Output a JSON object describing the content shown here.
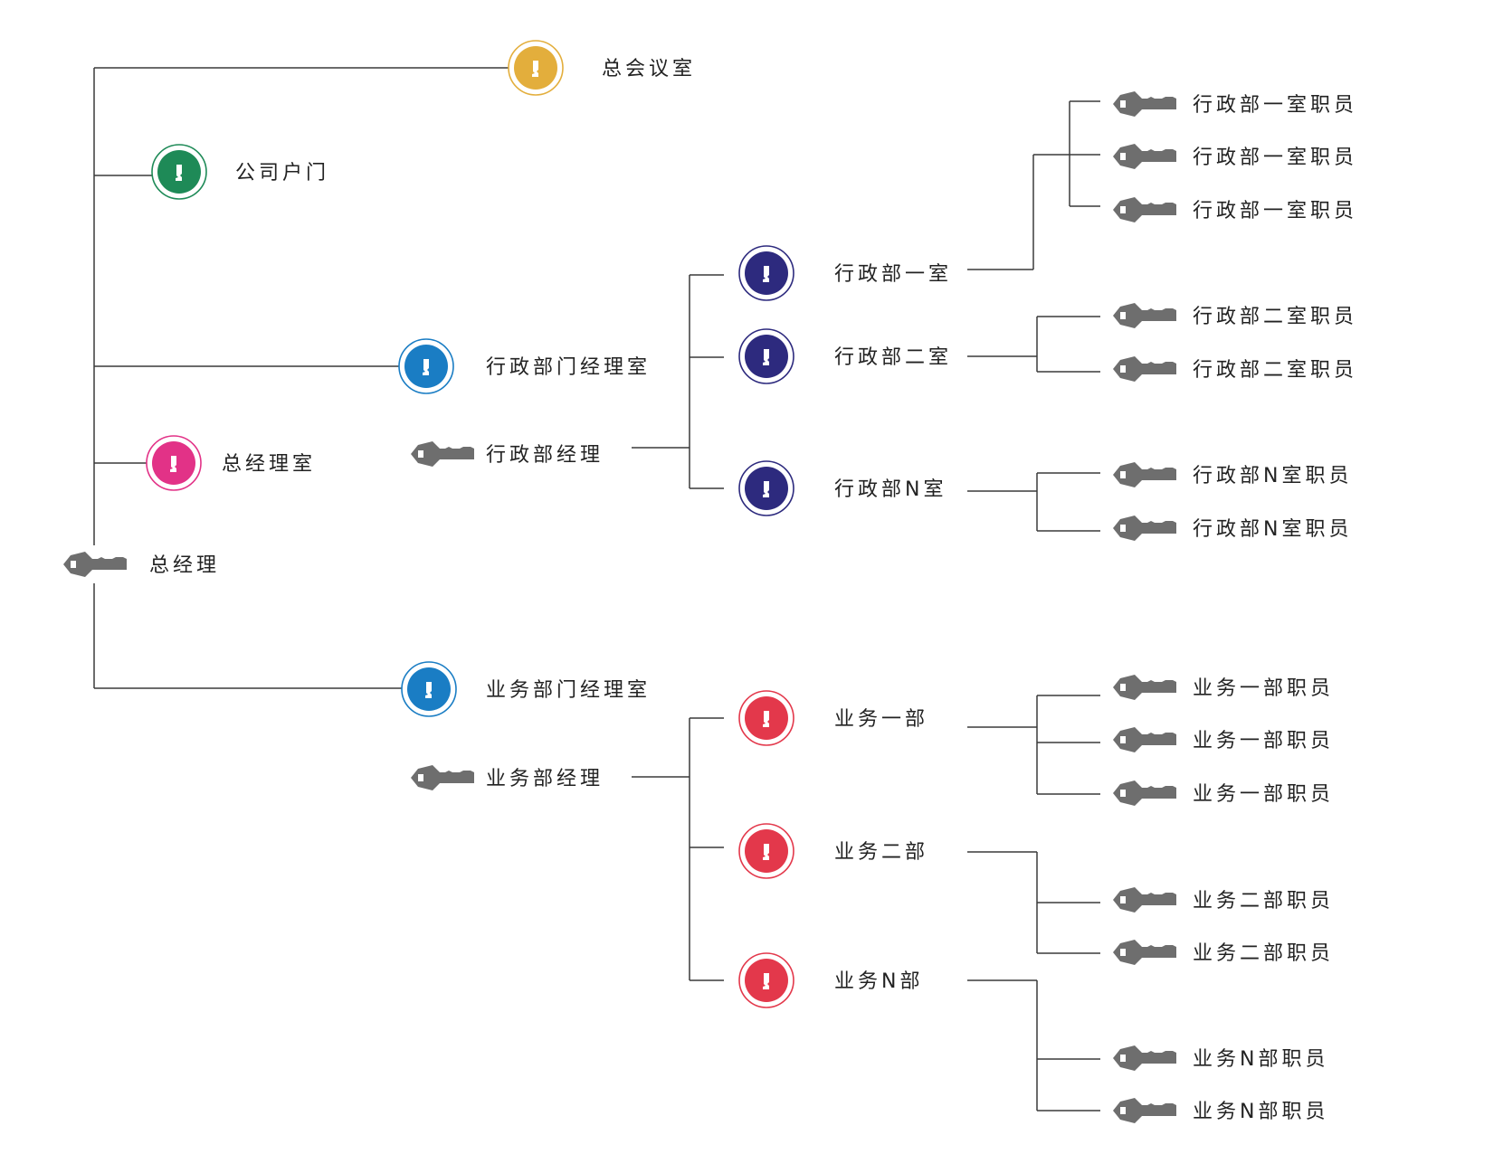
{
  "colors": {
    "gold": "#E3AE3C",
    "green": "#1E8A57",
    "blue": "#1A7DC4",
    "pink": "#E23287",
    "navy": "#2D2A7E",
    "red": "#E3384B",
    "key_gray": "#6E6E6E",
    "line": "#3a3a3a"
  },
  "legend_icons": {
    "lock_icon": "lock-cylinder-icon",
    "key_icon": "key-icon"
  },
  "nodes": {
    "root": {
      "label": "总经理",
      "icon": "key"
    },
    "meeting_room": {
      "label": "总会议室",
      "icon": "lock",
      "color": "gold"
    },
    "company_door": {
      "label": "公司户门",
      "icon": "lock",
      "color": "green"
    },
    "admin_dept_office": {
      "label": "行政部门经理室",
      "icon": "lock",
      "color": "blue"
    },
    "admin_manager": {
      "label": "行政部经理",
      "icon": "key"
    },
    "gm_office": {
      "label": "总经理室",
      "icon": "lock",
      "color": "pink"
    },
    "business_dept_office": {
      "label": "业务部门经理室",
      "icon": "lock",
      "color": "blue"
    },
    "business_manager": {
      "label": "业务部经理",
      "icon": "key"
    },
    "admin_room_1": {
      "label": "行政部一室",
      "icon": "lock",
      "color": "navy"
    },
    "admin_room_2": {
      "label": "行政部二室",
      "icon": "lock",
      "color": "navy"
    },
    "admin_room_n": {
      "label": "行政部N室",
      "icon": "lock",
      "color": "navy"
    },
    "business_1": {
      "label": "业务一部",
      "icon": "lock",
      "color": "red"
    },
    "business_2": {
      "label": "业务二部",
      "icon": "lock",
      "color": "red"
    },
    "business_n": {
      "label": "业务N部",
      "icon": "lock",
      "color": "red"
    }
  },
  "staff": [
    {
      "label": "行政部一室职员"
    },
    {
      "label": "行政部一室职员"
    },
    {
      "label": "行政部一室职员"
    },
    {
      "label": "行政部二室职员"
    },
    {
      "label": "行政部二室职员"
    },
    {
      "label": "行政部N室职员"
    },
    {
      "label": "行政部N室职员"
    },
    {
      "label": "业务一部职员"
    },
    {
      "label": "业务一部职员"
    },
    {
      "label": "业务一部职员"
    },
    {
      "label": "业务二部职员"
    },
    {
      "label": "业务二部职员"
    },
    {
      "label": "业务N部职员"
    },
    {
      "label": "业务N部职员"
    }
  ]
}
